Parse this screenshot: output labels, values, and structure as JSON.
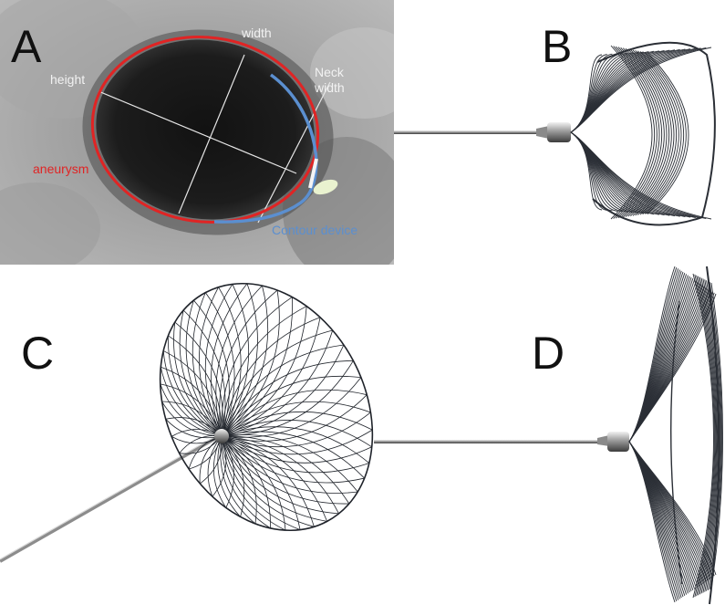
{
  "panels": [
    {
      "letter": "A"
    },
    {
      "letter": "B"
    },
    {
      "letter": "C"
    },
    {
      "letter": "D"
    }
  ],
  "annotations": {
    "width": "width",
    "height": "height",
    "neck_line1": "Neck",
    "neck_line2": "width",
    "aneurysm": "aneurysm",
    "contour_device": "Contour device"
  },
  "colors": {
    "aneurysm_outline": "#e02424",
    "contour_device": "#5b8fd0",
    "measure_lines": "#e6e6e6",
    "label_light": "#f2f2f2"
  }
}
